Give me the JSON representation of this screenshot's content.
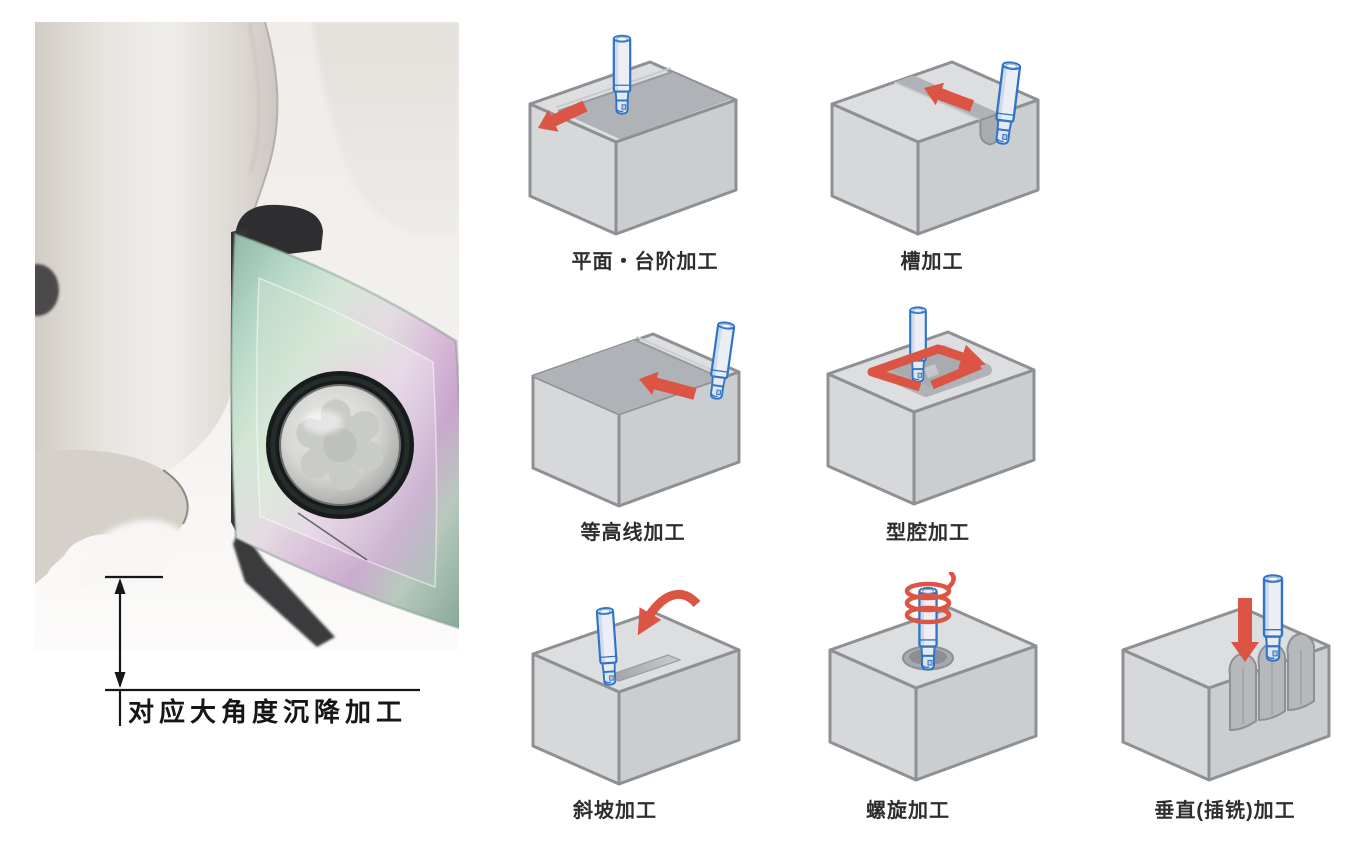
{
  "photo": {
    "caption": "对应大角度沉降加工"
  },
  "diagrams": [
    {
      "id": "face-step",
      "label": "平面・台阶加工"
    },
    {
      "id": "slot",
      "label": "槽加工"
    },
    {
      "id": "contour",
      "label": "等高线加工"
    },
    {
      "id": "pocket",
      "label": "型腔加工"
    },
    {
      "id": "ramp",
      "label": "斜坡加工"
    },
    {
      "id": "helical",
      "label": "螺旋加工"
    },
    {
      "id": "plunge",
      "label": "垂直(插铣)加工"
    }
  ],
  "colors": {
    "tool_blue": "#2f74c6",
    "tool_fill": "#ebeef4",
    "arrow_red": "#dc5544",
    "box_top": "#dcdee0",
    "box_left": "#d6d8da",
    "box_right": "#cbced1",
    "box_outline": "#8e9093",
    "machined": "#afb2b6",
    "machined_dark": "#9da0a4",
    "label_color": "#2e2e2e",
    "annotation_color": "#161616"
  }
}
